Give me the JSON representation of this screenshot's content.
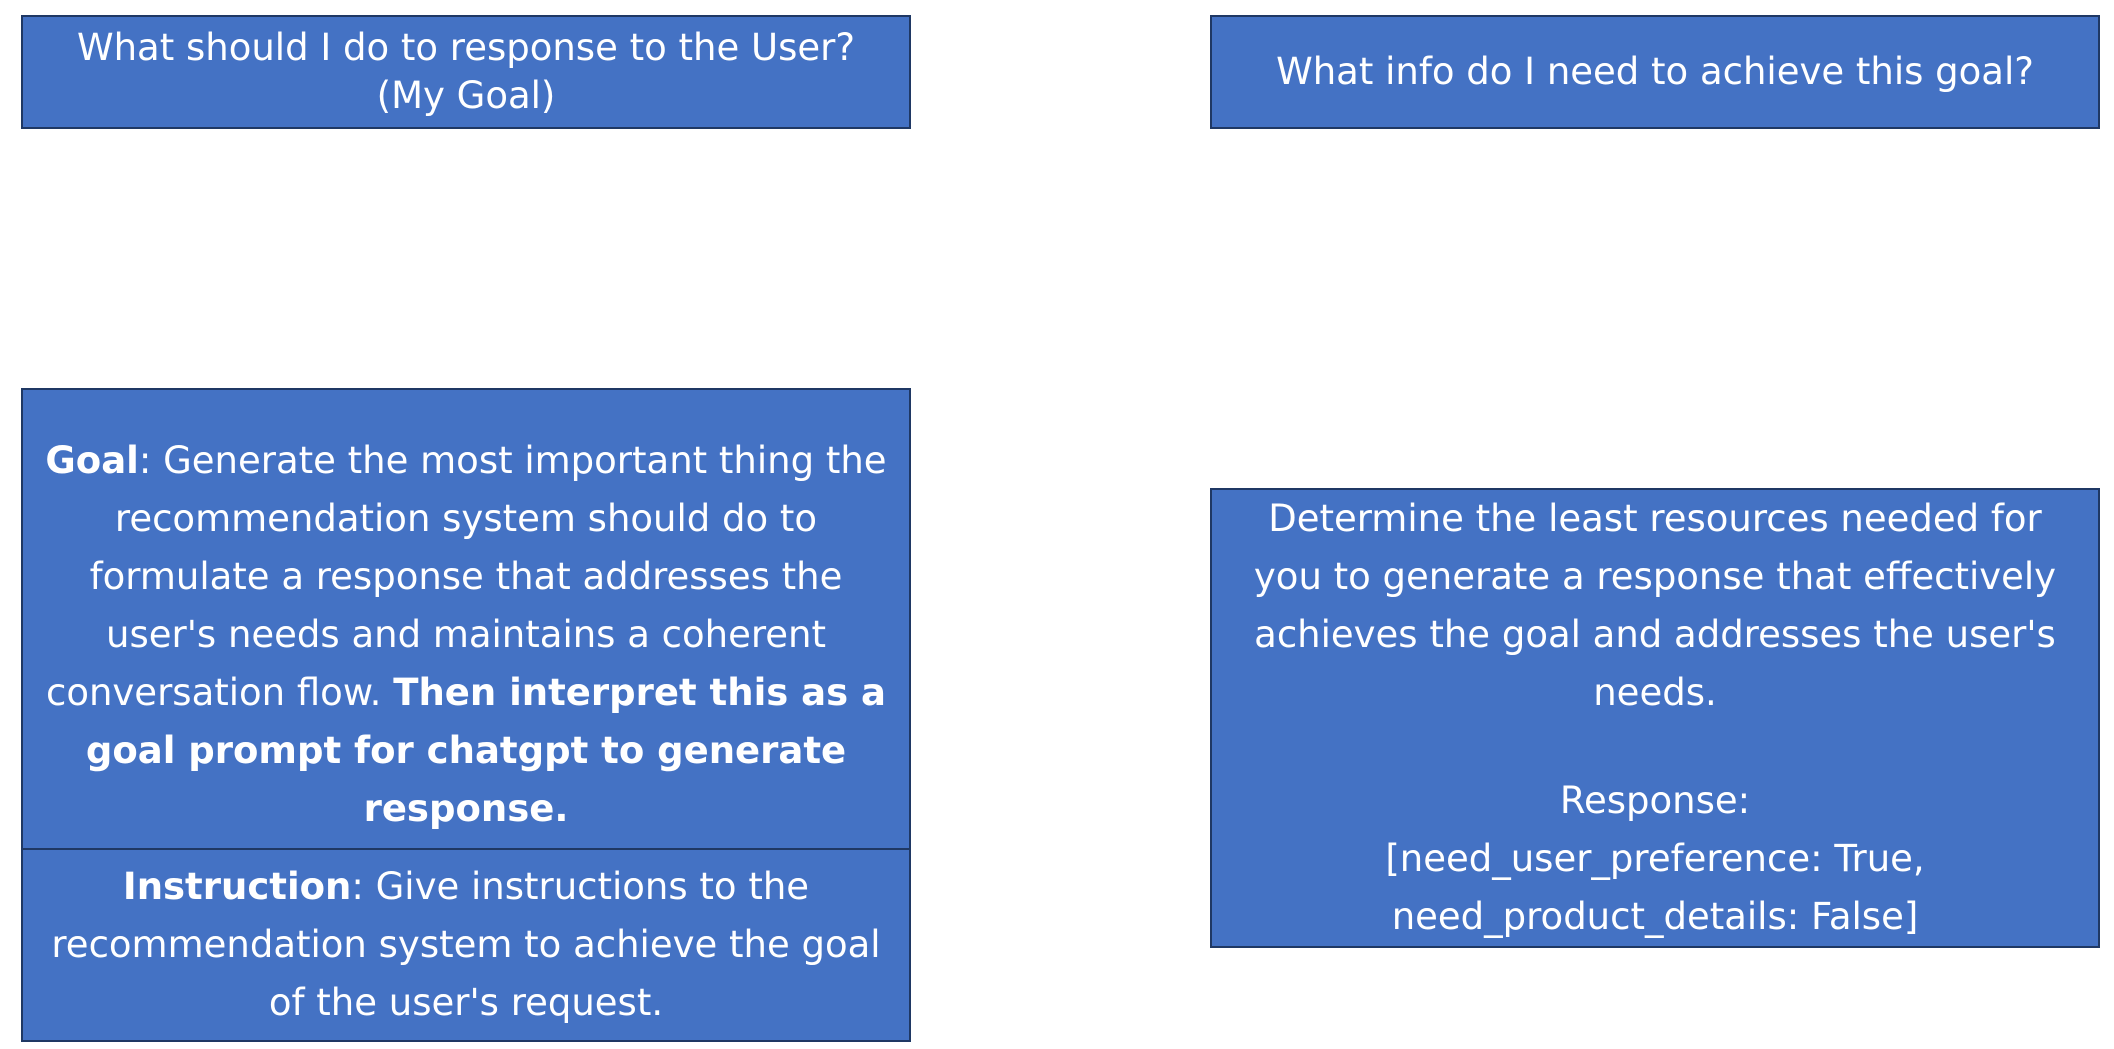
{
  "boxes": {
    "goal_question": {
      "line1": "What should I do to response to the User?",
      "line2": "(My Goal)"
    },
    "info_question": {
      "text": "What info do I need to achieve this goal?"
    },
    "goal_prompt": {
      "label": "Goal",
      "body": ": Generate the most important thing the recommendation system should do to formulate a response that addresses the user's needs and maintains a coherent conversation flow. ",
      "emphasis": "Then interpret this as a goal prompt for chatgpt to generate response."
    },
    "instruction_prompt": {
      "label": "Instruction",
      "body": ": Give instructions to the recommendation system to achieve the goal of the user's request."
    },
    "info_prompt": {
      "body": "Determine the least resources needed for you to generate a response that effectively achieves the goal and addresses the user's needs.",
      "response_label": "Response:",
      "response_line1": "[need_user_preference: True,",
      "response_line2": "need_product_details: False]"
    }
  },
  "colors": {
    "box_fill": "#4472c4",
    "box_border": "#1f3864",
    "text": "#ffffff",
    "background": "#ffffff"
  }
}
